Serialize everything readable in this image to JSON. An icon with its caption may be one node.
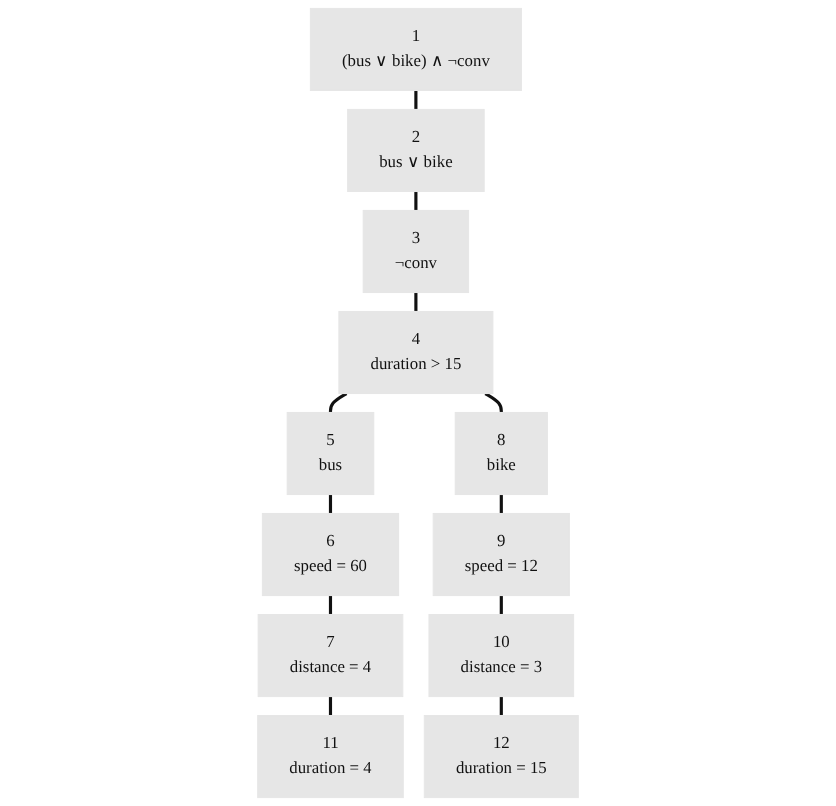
{
  "diagram": {
    "nodes": [
      {
        "text": [
          "1",
          "(bus ∨ bike) ∧ ¬conv"
        ]
      },
      {
        "text": [
          "2",
          "bus ∨ bike"
        ]
      },
      {
        "text": [
          "3",
          "¬conv"
        ]
      },
      {
        "text": [
          "4",
          "duration > 15"
        ]
      },
      {
        "text": [
          "5",
          "bus"
        ]
      },
      {
        "text": [
          "8",
          "bike"
        ]
      },
      {
        "text": [
          "6",
          "speed = 60"
        ]
      },
      {
        "text": [
          "9",
          "speed = 12"
        ]
      },
      {
        "text": [
          "7",
          "distance = 4"
        ]
      },
      {
        "text": [
          "10",
          "distance = 3"
        ]
      },
      {
        "text": [
          "11",
          "duration = 4"
        ]
      },
      {
        "text": [
          "12",
          "duration = 15"
        ]
      }
    ],
    "edges": [
      {
        "from": 0,
        "to": 1,
        "arrow": "none"
      },
      {
        "from": 1,
        "to": 2,
        "arrow": "none"
      },
      {
        "from": 2,
        "to": 3,
        "arrow": "none"
      },
      {
        "from": 3,
        "to": 4,
        "arrow": "none"
      },
      {
        "from": 3,
        "to": 5,
        "arrow": "none"
      },
      {
        "from": 4,
        "to": 6,
        "arrow": "none"
      },
      {
        "from": 6,
        "to": 8,
        "arrow": "none"
      },
      {
        "from": 8,
        "to": 10,
        "arrow": "none"
      },
      {
        "from": 5,
        "to": 7,
        "arrow": "none"
      },
      {
        "from": 7,
        "to": 9,
        "arrow": "none"
      },
      {
        "from": 9,
        "to": 11,
        "arrow": "none"
      }
    ]
  }
}
